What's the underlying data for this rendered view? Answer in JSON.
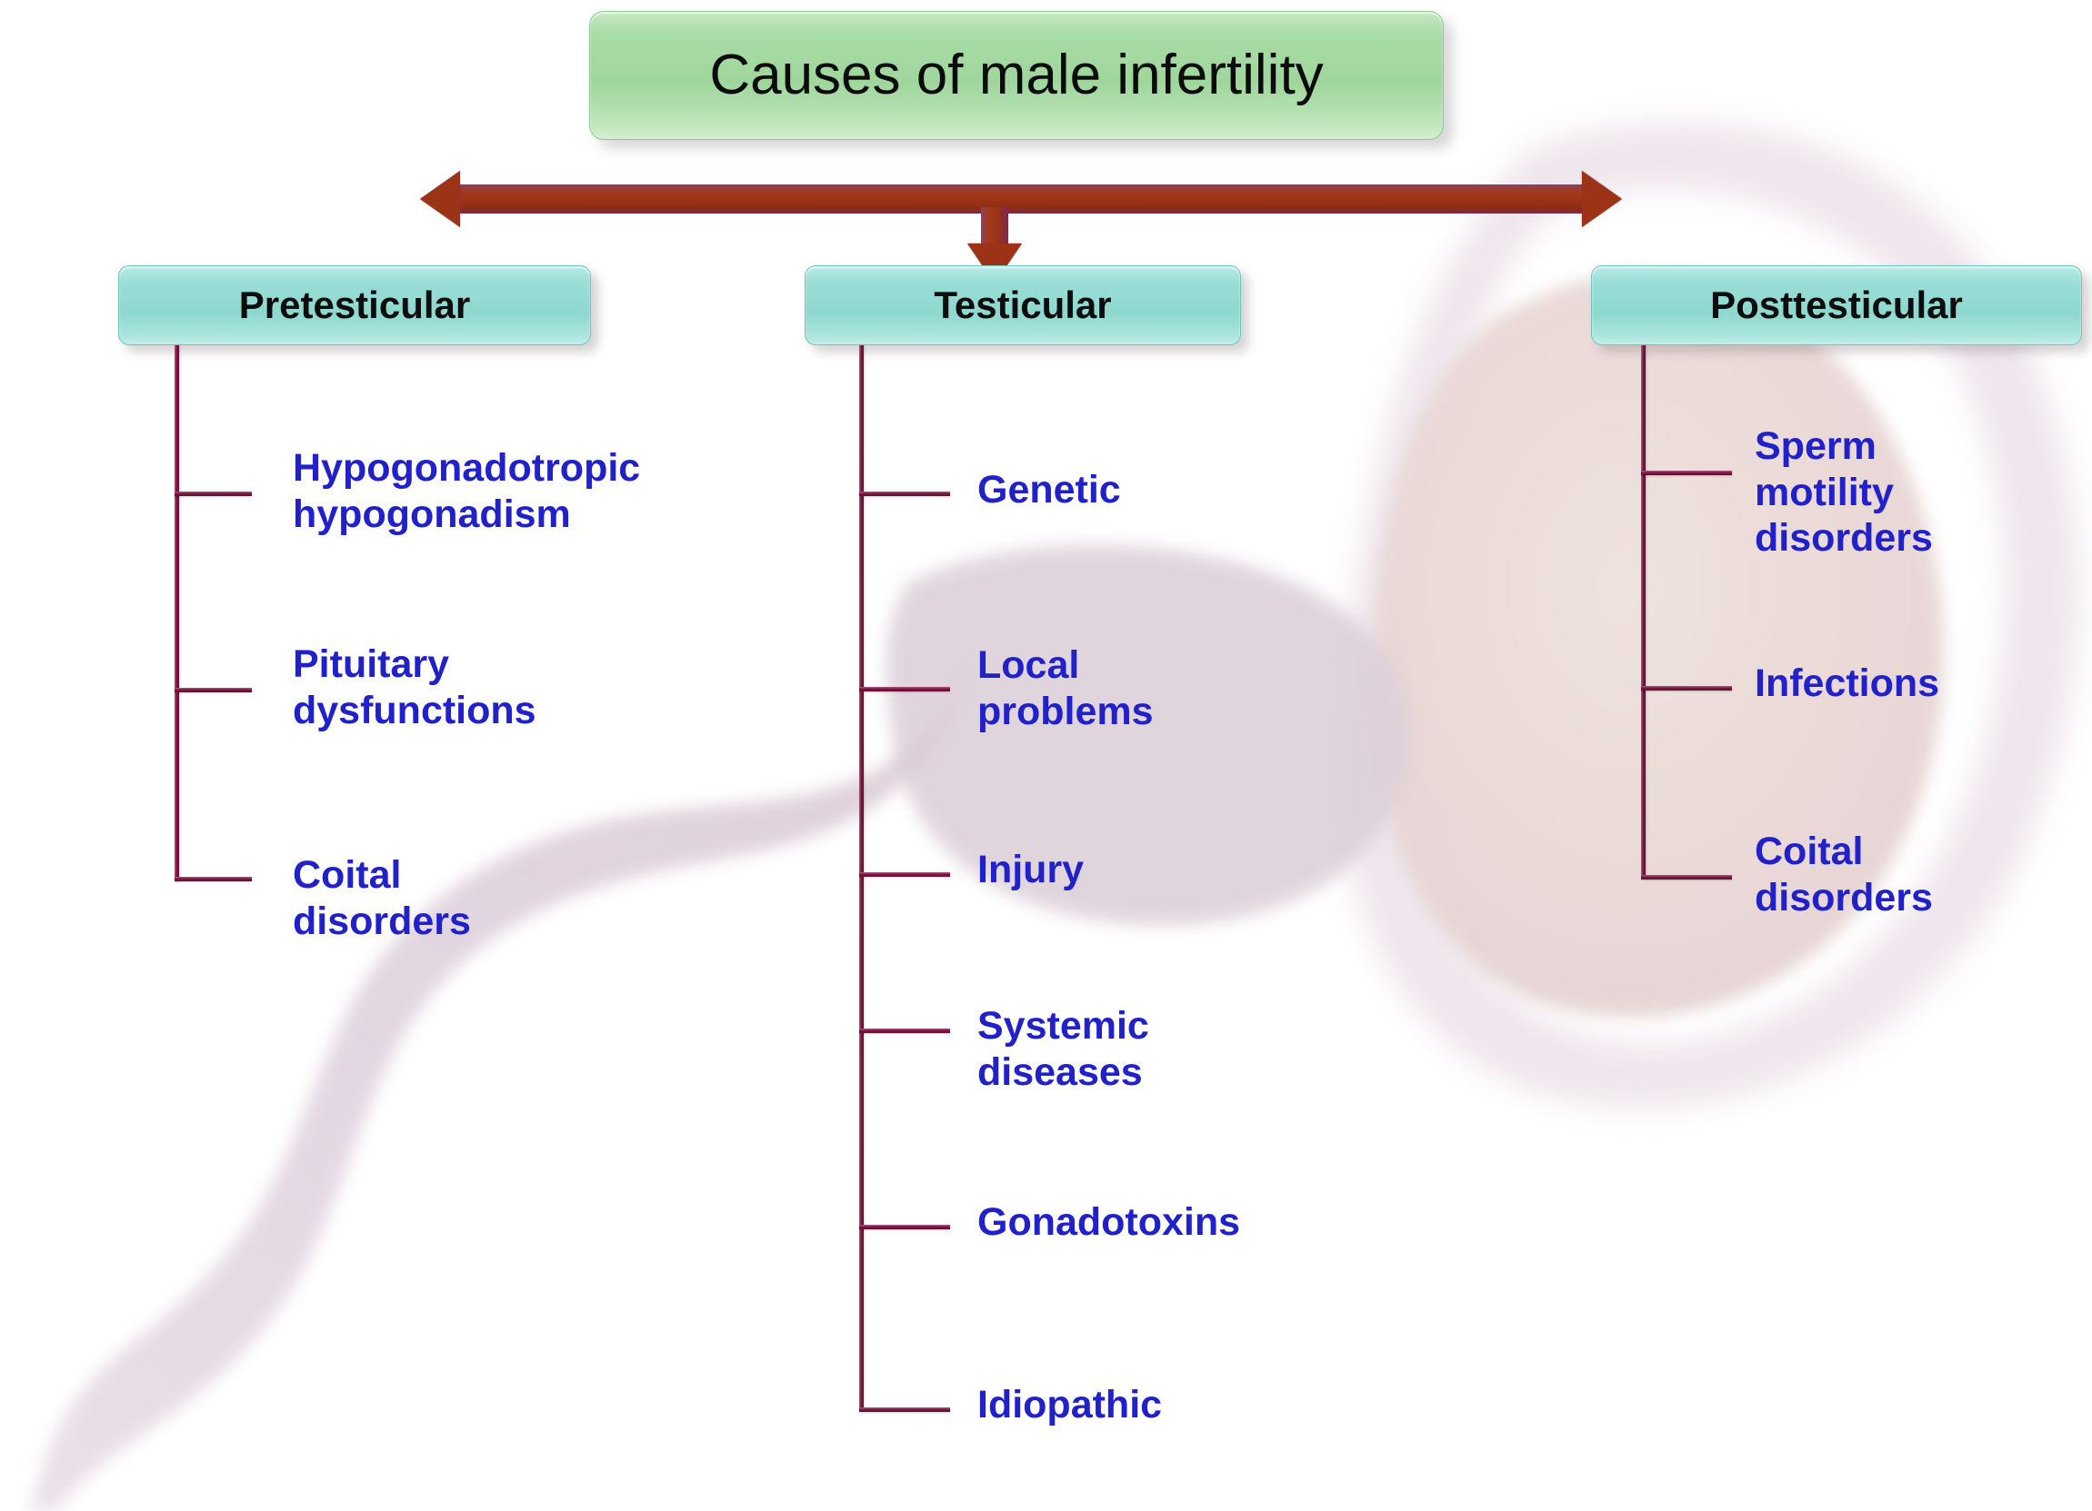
{
  "figure": {
    "title": "Causes of male infertility",
    "accent_green": "#9fd69c",
    "accent_teal": "#8ed8d0",
    "arrow_color": "#9c3317",
    "branch_color": "#7d1741",
    "leaf_text_color": "#2121cc",
    "background_color": "#ffffff",
    "background_art": "sperm-and-ovum-watermark"
  },
  "categories": [
    {
      "id": "pretesticular",
      "label": "Pretesticular",
      "items": [
        {
          "label": "Hypogonadotropic\nhypogonadism"
        },
        {
          "label": "Pituitary\ndysfunctions"
        },
        {
          "label": "Coital disorders"
        }
      ]
    },
    {
      "id": "testicular",
      "label": "Testicular",
      "items": [
        {
          "label": "Genetic"
        },
        {
          "label": "Local problems"
        },
        {
          "label": "Injury"
        },
        {
          "label": "Systemic diseases"
        },
        {
          "label": "Gonadotoxins"
        },
        {
          "label": "Idiopathic"
        }
      ]
    },
    {
      "id": "posttesticular",
      "label": "Posttesticular",
      "items": [
        {
          "label": "Sperm motility\ndisorders"
        },
        {
          "label": "Infections"
        },
        {
          "label": "Coital\ndisorders"
        }
      ]
    }
  ]
}
